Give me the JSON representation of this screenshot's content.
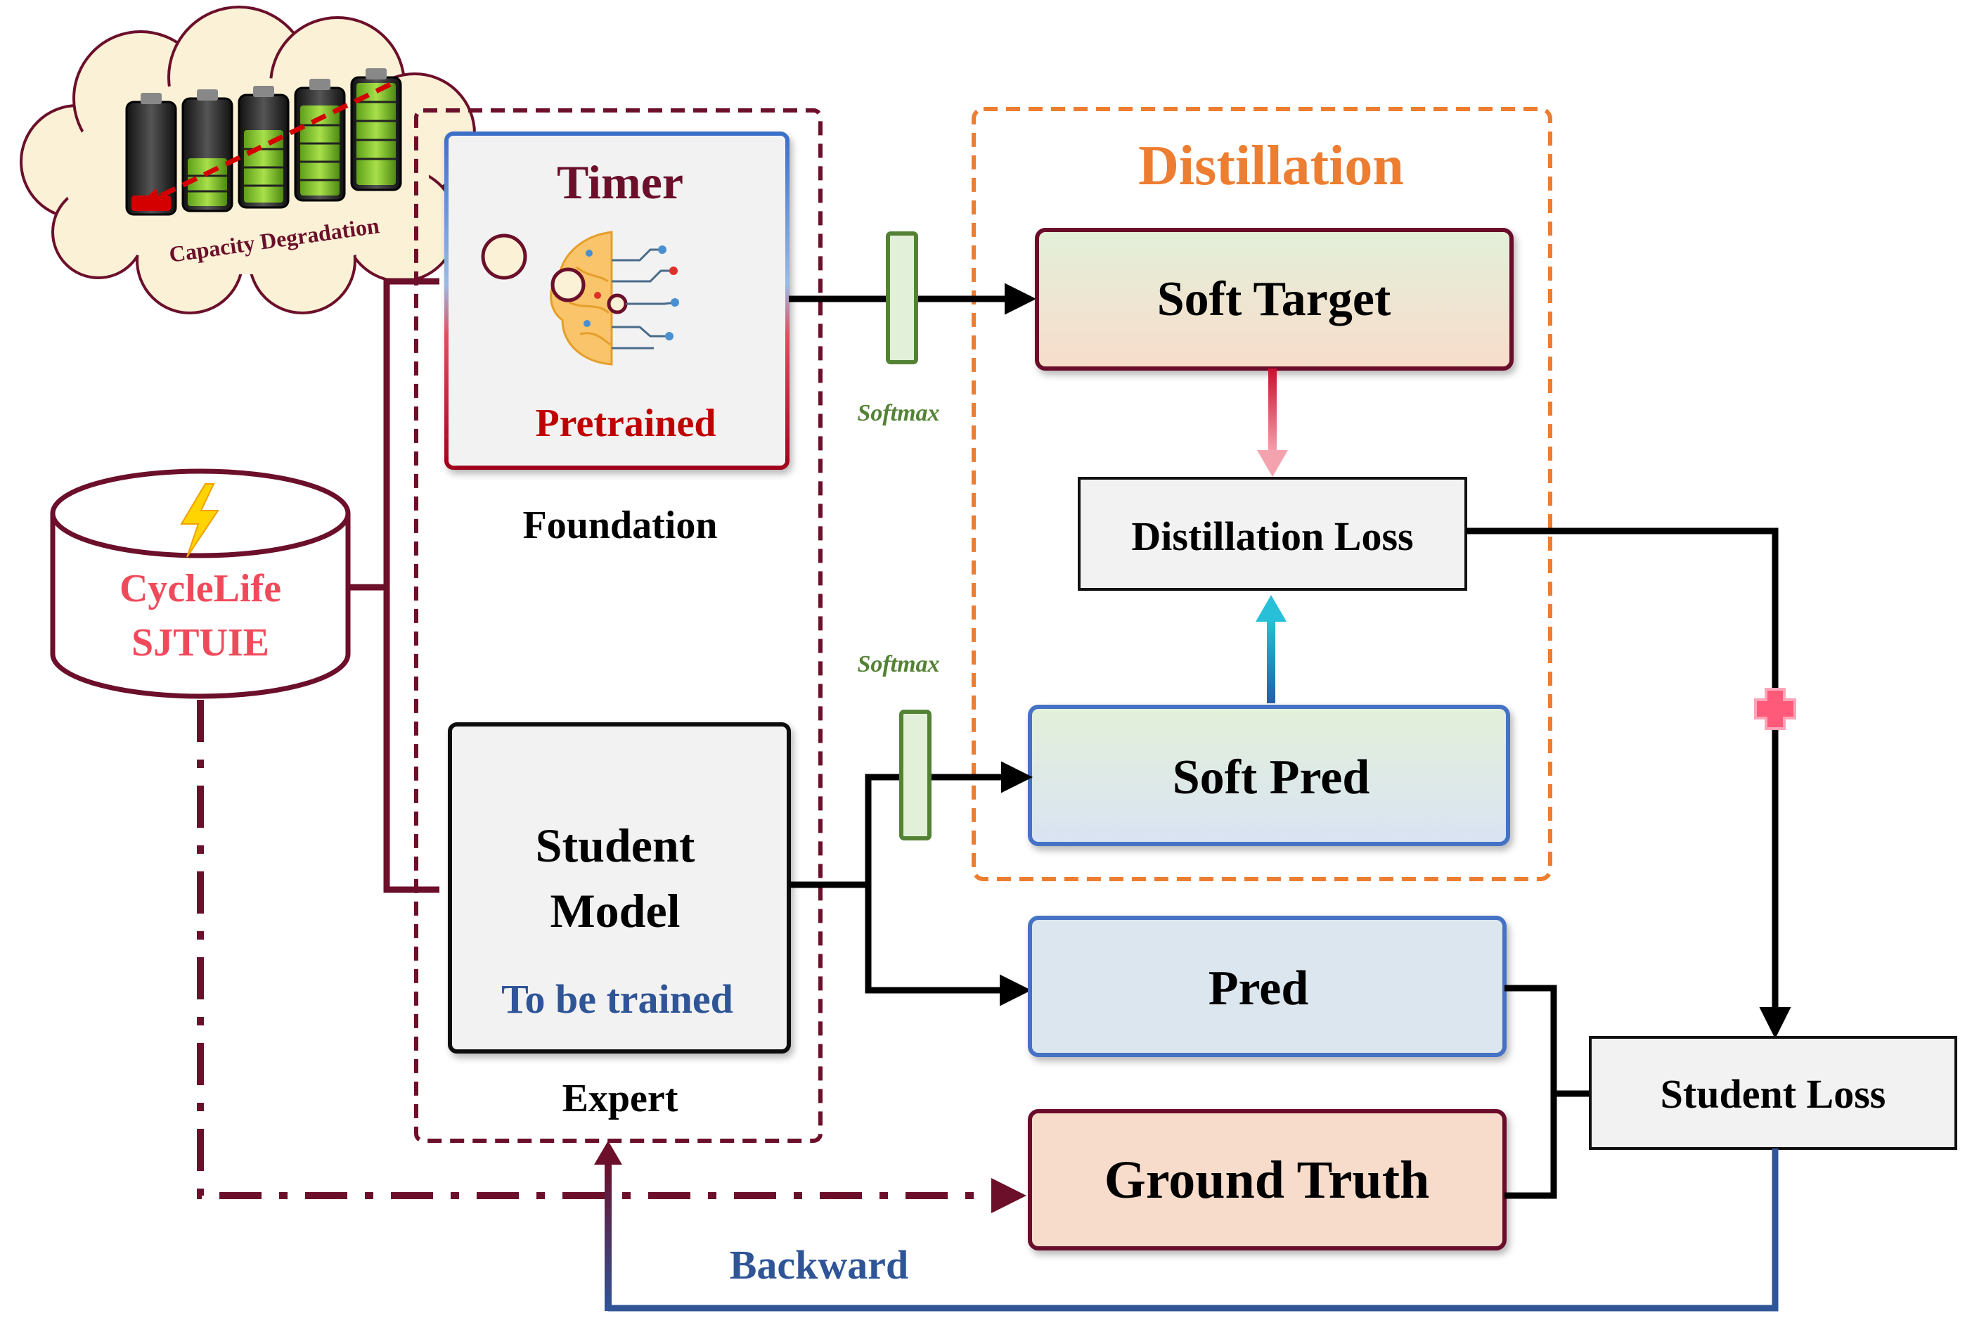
{
  "cloud": {
    "caption": "Capacity Degradation",
    "battery_count": 5
  },
  "dataset": {
    "line1": "CycleLife",
    "line2": "SJTUIE",
    "icon": "lightning-icon"
  },
  "foundation": {
    "title": "Timer",
    "status": "Pretrained",
    "caption": "Foundation",
    "icon": "brain-network-icon"
  },
  "expert": {
    "line1": "Student",
    "line2": "Model",
    "status": "To be trained",
    "caption": "Expert"
  },
  "softmax": {
    "top": "Softmax",
    "bottom": "Softmax"
  },
  "distillation": {
    "title": "Distillation",
    "soft_target": "Soft Target",
    "loss": "Distillation Loss",
    "soft_pred": "Soft Pred"
  },
  "outputs": {
    "pred": "Pred",
    "ground_truth": "Ground Truth",
    "student_loss": "Student Loss"
  },
  "backward_label": "Backward",
  "colors": {
    "maroon": "#6b0f2a",
    "orange": "#ed7d31",
    "green": "#548235",
    "blue": "#2f5597",
    "red": "#c00000",
    "pink": "#ff4d6d"
  }
}
